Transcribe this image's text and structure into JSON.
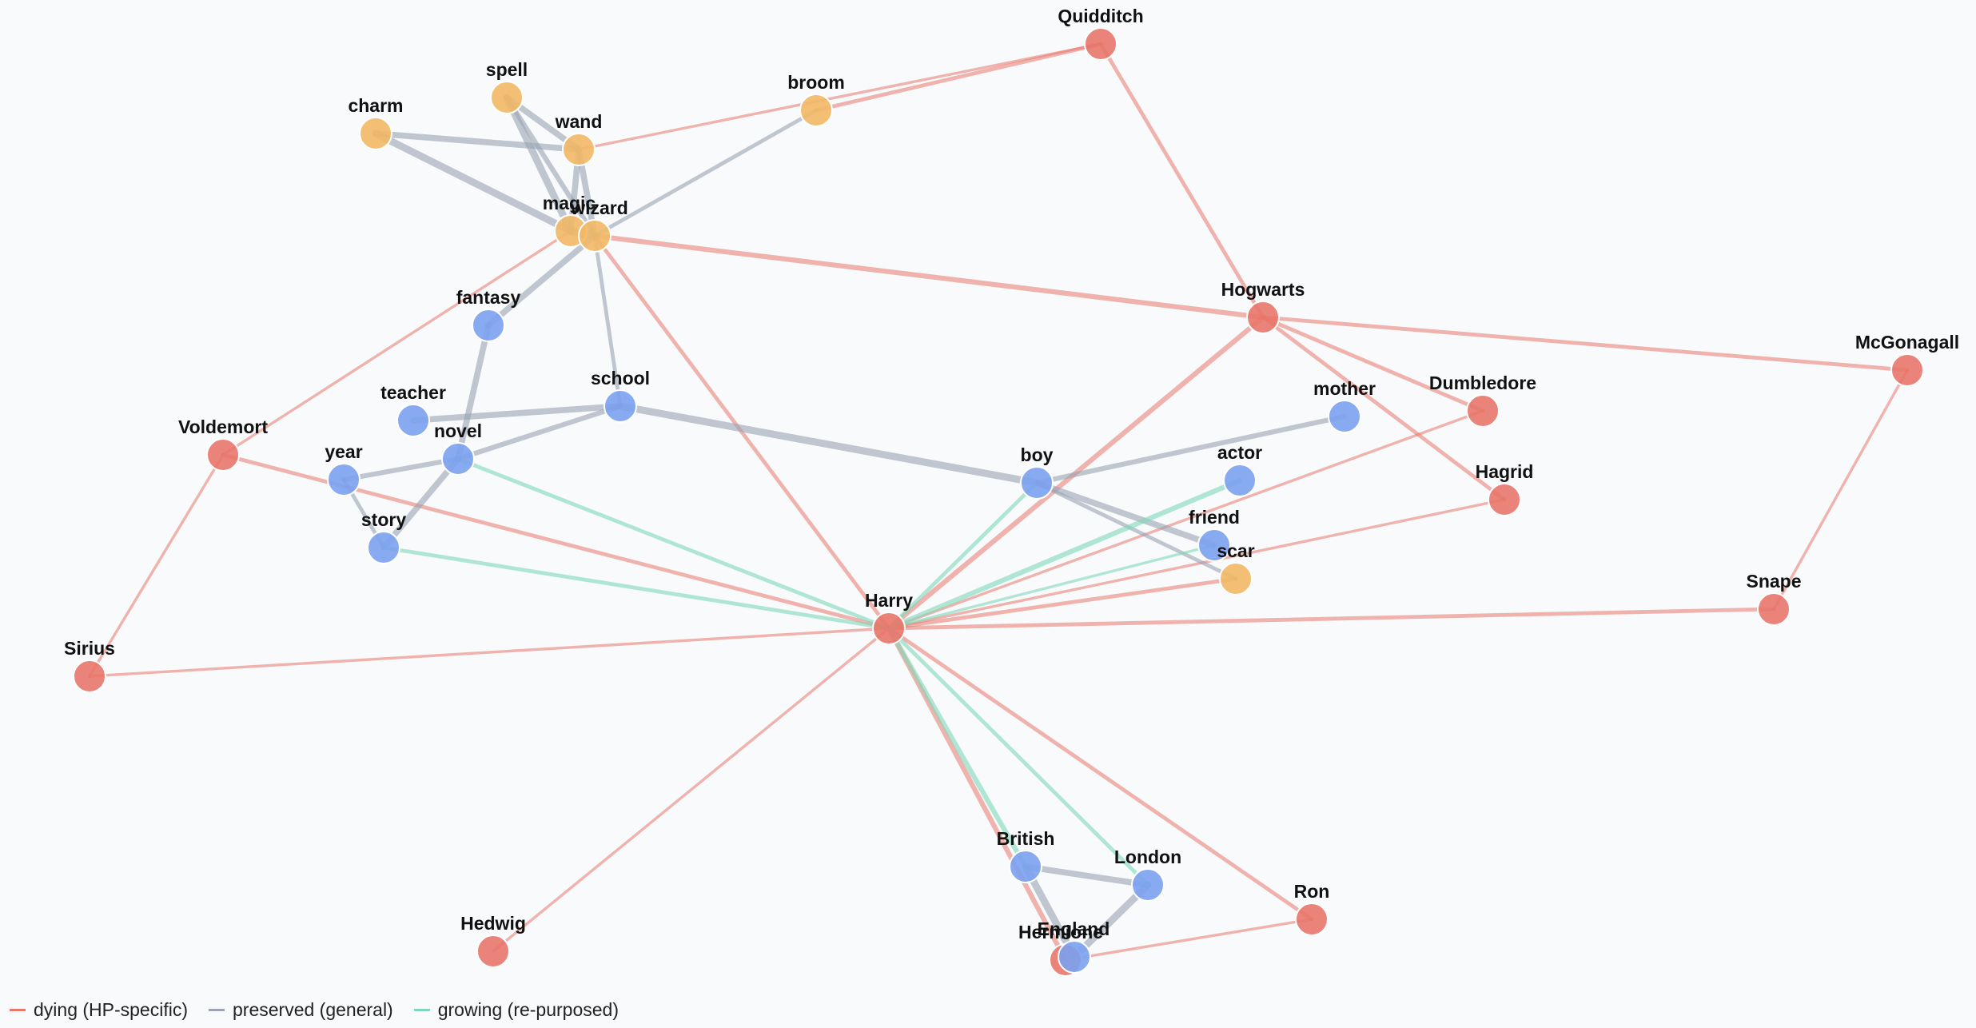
{
  "colors": {
    "dying": "#e8766a",
    "preserved": "#9aa3b3",
    "growing": "#7fd8b7",
    "node_dying": "#e8766a",
    "node_general": "#7ba1f0",
    "node_magic": "#f2b866"
  },
  "legend": {
    "dying": "dying (HP-specific)",
    "preserved": "preserved (general)",
    "growing": "growing (re-purposed)"
  },
  "nodes": [
    {
      "id": "Quidditch",
      "label": "Quidditch",
      "group": "dying"
    },
    {
      "id": "spell",
      "label": "spell",
      "group": "magic"
    },
    {
      "id": "charm",
      "label": "charm",
      "group": "magic"
    },
    {
      "id": "broom",
      "label": "broom",
      "group": "magic"
    },
    {
      "id": "wand",
      "label": "wand",
      "group": "magic"
    },
    {
      "id": "magic",
      "label": "magic",
      "group": "magic"
    },
    {
      "id": "wizard",
      "label": "wizard",
      "group": "magic"
    },
    {
      "id": "Hogwarts",
      "label": "Hogwarts",
      "group": "dying"
    },
    {
      "id": "McGonagall",
      "label": "McGonagall",
      "group": "dying"
    },
    {
      "id": "fantasy",
      "label": "fantasy",
      "group": "general"
    },
    {
      "id": "teacher",
      "label": "teacher",
      "group": "general"
    },
    {
      "id": "school",
      "label": "school",
      "group": "general"
    },
    {
      "id": "mother",
      "label": "mother",
      "group": "general"
    },
    {
      "id": "Dumbledore",
      "label": "Dumbledore",
      "group": "dying"
    },
    {
      "id": "Voldemort",
      "label": "Voldemort",
      "group": "dying"
    },
    {
      "id": "novel",
      "label": "novel",
      "group": "general"
    },
    {
      "id": "year",
      "label": "year",
      "group": "general"
    },
    {
      "id": "boy",
      "label": "boy",
      "group": "general"
    },
    {
      "id": "actor",
      "label": "actor",
      "group": "general"
    },
    {
      "id": "Hagrid",
      "label": "Hagrid",
      "group": "dying"
    },
    {
      "id": "story",
      "label": "story",
      "group": "general"
    },
    {
      "id": "friend",
      "label": "friend",
      "group": "general"
    },
    {
      "id": "scar",
      "label": "scar",
      "group": "magic"
    },
    {
      "id": "Snape",
      "label": "Snape",
      "group": "dying"
    },
    {
      "id": "Harry",
      "label": "Harry",
      "group": "dying"
    },
    {
      "id": "Sirius",
      "label": "Sirius",
      "group": "dying"
    },
    {
      "id": "British",
      "label": "British",
      "group": "general"
    },
    {
      "id": "London",
      "label": "London",
      "group": "general"
    },
    {
      "id": "Ron",
      "label": "Ron",
      "group": "dying"
    },
    {
      "id": "Hedwig",
      "label": "Hedwig",
      "group": "dying"
    },
    {
      "id": "Hermione",
      "label": "Hermione",
      "group": "dying"
    },
    {
      "id": "England",
      "label": "England",
      "group": "general"
    }
  ],
  "edges": [
    {
      "s": "Quidditch",
      "t": "Hogwarts",
      "type": "dying",
      "w": 2
    },
    {
      "s": "Quidditch",
      "t": "wand",
      "type": "dying",
      "w": 1
    },
    {
      "s": "Quidditch",
      "t": "broom",
      "type": "dying",
      "w": 2
    },
    {
      "s": "Hogwarts",
      "t": "wizard",
      "type": "dying",
      "w": 3
    },
    {
      "s": "Hogwarts",
      "t": "McGonagall",
      "type": "dying",
      "w": 2
    },
    {
      "s": "Hogwarts",
      "t": "Dumbledore",
      "type": "dying",
      "w": 2
    },
    {
      "s": "Hogwarts",
      "t": "Hagrid",
      "type": "dying",
      "w": 2
    },
    {
      "s": "Hogwarts",
      "t": "Harry",
      "type": "dying",
      "w": 3
    },
    {
      "s": "McGonagall",
      "t": "Snape",
      "type": "dying",
      "w": 1
    },
    {
      "s": "Harry",
      "t": "Dumbledore",
      "type": "dying",
      "w": 1
    },
    {
      "s": "Harry",
      "t": "Hagrid",
      "type": "dying",
      "w": 1
    },
    {
      "s": "Harry",
      "t": "Snape",
      "type": "dying",
      "w": 2
    },
    {
      "s": "Harry",
      "t": "Voldemort",
      "type": "dying",
      "w": 2
    },
    {
      "s": "Harry",
      "t": "Sirius",
      "type": "dying",
      "w": 1
    },
    {
      "s": "Harry",
      "t": "Hedwig",
      "type": "dying",
      "w": 1
    },
    {
      "s": "Harry",
      "t": "Ron",
      "type": "dying",
      "w": 2
    },
    {
      "s": "Harry",
      "t": "Hermione",
      "type": "dying",
      "w": 3
    },
    {
      "s": "Harry",
      "t": "wizard",
      "type": "dying",
      "w": 2
    },
    {
      "s": "Harry",
      "t": "scar",
      "type": "dying",
      "w": 2
    },
    {
      "s": "Voldemort",
      "t": "Sirius",
      "type": "dying",
      "w": 1
    },
    {
      "s": "Voldemort",
      "t": "magic",
      "type": "dying",
      "w": 1
    },
    {
      "s": "Ron",
      "t": "Hermione",
      "type": "dying",
      "w": 1
    },
    {
      "s": "spell",
      "t": "wand",
      "type": "preserved",
      "w": 4
    },
    {
      "s": "spell",
      "t": "magic",
      "type": "preserved",
      "w": 5
    },
    {
      "s": "spell",
      "t": "wizard",
      "type": "preserved",
      "w": 3
    },
    {
      "s": "charm",
      "t": "wand",
      "type": "preserved",
      "w": 4
    },
    {
      "s": "charm",
      "t": "magic",
      "type": "preserved",
      "w": 5
    },
    {
      "s": "wand",
      "t": "magic",
      "type": "preserved",
      "w": 4
    },
    {
      "s": "wand",
      "t": "wizard",
      "type": "preserved",
      "w": 4
    },
    {
      "s": "broom",
      "t": "wizard",
      "type": "preserved",
      "w": 2
    },
    {
      "s": "magic",
      "t": "wizard",
      "type": "preserved",
      "w": 6
    },
    {
      "s": "wizard",
      "t": "fantasy",
      "type": "preserved",
      "w": 4
    },
    {
      "s": "wizard",
      "t": "school",
      "type": "preserved",
      "w": 2
    },
    {
      "s": "fantasy",
      "t": "novel",
      "type": "preserved",
      "w": 4
    },
    {
      "s": "teacher",
      "t": "school",
      "type": "preserved",
      "w": 4
    },
    {
      "s": "school",
      "t": "novel",
      "type": "preserved",
      "w": 3
    },
    {
      "s": "school",
      "t": "boy",
      "type": "preserved",
      "w": 5
    },
    {
      "s": "novel",
      "t": "year",
      "type": "preserved",
      "w": 3
    },
    {
      "s": "novel",
      "t": "story",
      "type": "preserved",
      "w": 4
    },
    {
      "s": "year",
      "t": "story",
      "type": "preserved",
      "w": 2
    },
    {
      "s": "boy",
      "t": "mother",
      "type": "preserved",
      "w": 3
    },
    {
      "s": "boy",
      "t": "friend",
      "type": "preserved",
      "w": 4
    },
    {
      "s": "boy",
      "t": "scar",
      "type": "preserved",
      "w": 2
    },
    {
      "s": "British",
      "t": "London",
      "type": "preserved",
      "w": 4
    },
    {
      "s": "British",
      "t": "England",
      "type": "preserved",
      "w": 5
    },
    {
      "s": "London",
      "t": "England",
      "type": "preserved",
      "w": 5
    },
    {
      "s": "Harry",
      "t": "novel",
      "type": "growing",
      "w": 2
    },
    {
      "s": "Harry",
      "t": "story",
      "type": "growing",
      "w": 2
    },
    {
      "s": "Harry",
      "t": "boy",
      "type": "growing",
      "w": 2
    },
    {
      "s": "Harry",
      "t": "actor",
      "type": "growing",
      "w": 3
    },
    {
      "s": "Harry",
      "t": "friend",
      "type": "growing",
      "w": 1
    },
    {
      "s": "Harry",
      "t": "British",
      "type": "growing",
      "w": 3
    },
    {
      "s": "Harry",
      "t": "London",
      "type": "growing",
      "w": 2
    }
  ]
}
